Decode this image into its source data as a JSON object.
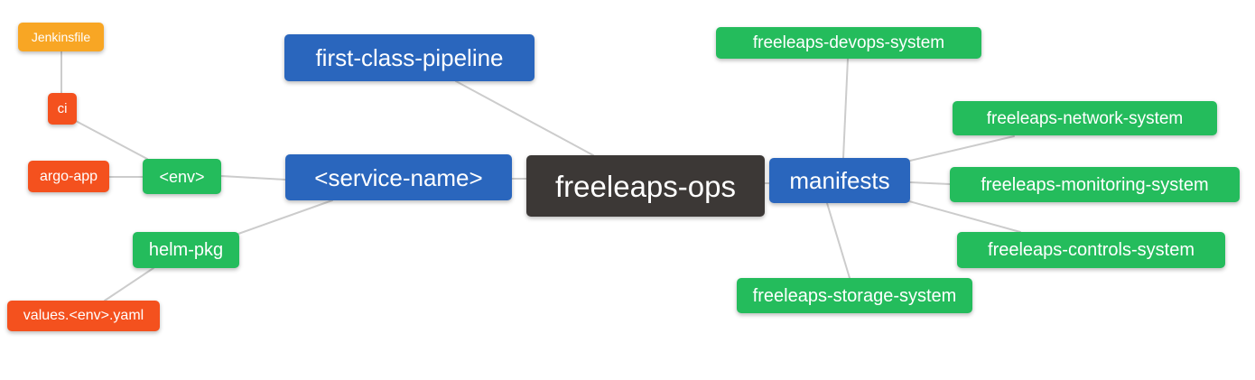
{
  "diagram": {
    "type": "mindmap",
    "root_label": "freeleaps-ops"
  },
  "palette": {
    "blue": "#2A66BD",
    "green": "#24BC5C",
    "red": "#F4511E",
    "orange": "#F8A624",
    "dark": "#3C3836",
    "edge": "#CCCCCC",
    "background": "#FFFFFF",
    "node_text": "#FFFFFF"
  },
  "nodes": [
    {
      "id": "jenkinsfile",
      "label": "Jenkinsfile",
      "color": "orange"
    },
    {
      "id": "ci",
      "label": "ci",
      "color": "red"
    },
    {
      "id": "argo-app",
      "label": "argo-app",
      "color": "red"
    },
    {
      "id": "env",
      "label": "<env>",
      "color": "green"
    },
    {
      "id": "helm-pkg",
      "label": "helm-pkg",
      "color": "green"
    },
    {
      "id": "values-env-yaml",
      "label": "values.<env>.yaml",
      "color": "red"
    },
    {
      "id": "first-class-pipeline",
      "label": "first-class-pipeline",
      "color": "blue"
    },
    {
      "id": "service-name",
      "label": "<service-name>",
      "color": "blue"
    },
    {
      "id": "freeleaps-ops",
      "label": "freeleaps-ops",
      "color": "dark"
    },
    {
      "id": "manifests",
      "label": "manifests",
      "color": "blue"
    },
    {
      "id": "devops-system",
      "label": "freeleaps-devops-system",
      "color": "green"
    },
    {
      "id": "network-system",
      "label": "freeleaps-network-system",
      "color": "green"
    },
    {
      "id": "monitoring-system",
      "label": "freeleaps-monitoring-system",
      "color": "green"
    },
    {
      "id": "controls-system",
      "label": "freeleaps-controls-system",
      "color": "green"
    },
    {
      "id": "storage-system",
      "label": "freeleaps-storage-system",
      "color": "green"
    }
  ],
  "edges": [
    [
      "jenkinsfile",
      "ci"
    ],
    [
      "ci",
      "env"
    ],
    [
      "argo-app",
      "env"
    ],
    [
      "env",
      "service-name"
    ],
    [
      "helm-pkg",
      "service-name"
    ],
    [
      "values-env-yaml",
      "helm-pkg"
    ],
    [
      "first-class-pipeline",
      "freeleaps-ops"
    ],
    [
      "service-name",
      "freeleaps-ops"
    ],
    [
      "freeleaps-ops",
      "manifests"
    ],
    [
      "manifests",
      "devops-system"
    ],
    [
      "manifests",
      "network-system"
    ],
    [
      "manifests",
      "monitoring-system"
    ],
    [
      "manifests",
      "controls-system"
    ],
    [
      "manifests",
      "storage-system"
    ]
  ]
}
